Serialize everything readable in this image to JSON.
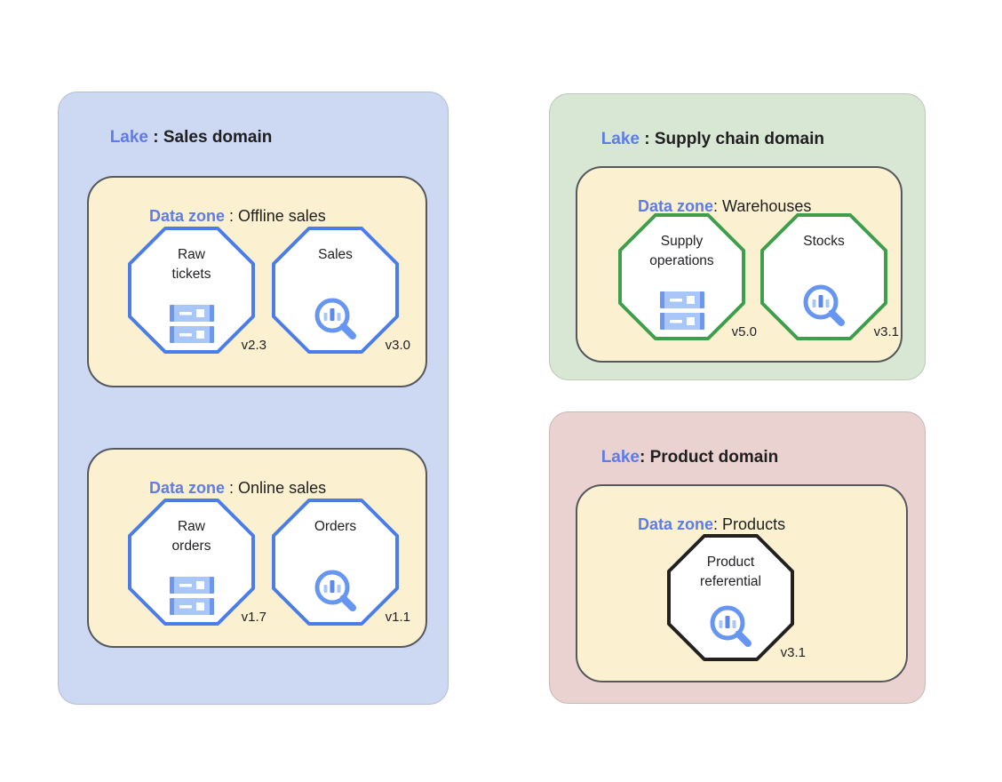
{
  "accent_blue": "#5e7ce8",
  "zone_bg": "#fbf0d0",
  "zone_border": "#55585e",
  "octagon_blue": "#4a7de8",
  "octagon_green": "#3e9e4b",
  "octagon_black": "#212121",
  "icon_light_blue": "#a9c6f8",
  "icon_medium_blue": "#6695f2",
  "lakes": [
    {
      "prefix": "Lake",
      "title": " : Sales domain",
      "bg": "#cdd8f3",
      "zones": [
        {
          "prefix": "Data zone",
          "title": " : Offline sales",
          "entities": [
            {
              "name": "Raw\ntickets",
              "version": "v2.3",
              "icon": "storage-icon",
              "border": "#4a7de8"
            },
            {
              "name": "Sales",
              "version": "v3.0",
              "icon": "search-analytics-icon",
              "border": "#4a7de8"
            }
          ]
        },
        {
          "prefix": "Data zone",
          "title": " : Online sales",
          "entities": [
            {
              "name": "Raw\norders",
              "version": "v1.7",
              "icon": "storage-icon",
              "border": "#4a7de8"
            },
            {
              "name": "Orders",
              "version": "v1.1",
              "icon": "search-analytics-icon",
              "border": "#4a7de8"
            }
          ]
        }
      ]
    },
    {
      "prefix": "Lake",
      "title": " : Supply chain domain",
      "bg": "#d8e6d4",
      "zones": [
        {
          "prefix": "Data zone",
          "title": ": Warehouses",
          "entities": [
            {
              "name": "Supply\noperations",
              "version": "v5.0",
              "icon": "storage-icon",
              "border": "#3e9e4b"
            },
            {
              "name": "Stocks",
              "version": "v3.1",
              "icon": "search-analytics-icon",
              "border": "#3e9e4b"
            }
          ]
        }
      ]
    },
    {
      "prefix": "Lake",
      "title": ": Product domain",
      "bg": "#e9d2d0",
      "zones": [
        {
          "prefix": "Data zone",
          "title": ": Products",
          "entities": [
            {
              "name": "Product\nreferential",
              "version": "v3.1",
              "icon": "search-analytics-icon",
              "border": "#212121"
            }
          ]
        }
      ]
    }
  ]
}
